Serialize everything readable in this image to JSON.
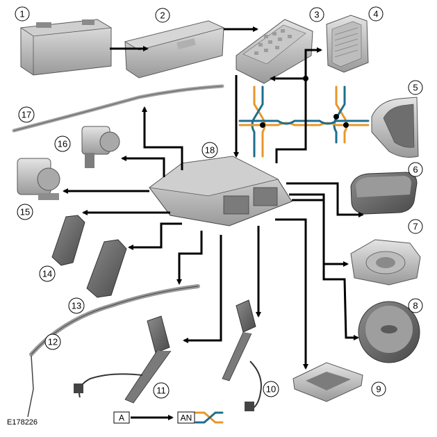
{
  "figure_ref": "E178226",
  "components": [
    {
      "id": "1",
      "label": "1"
    },
    {
      "id": "2",
      "label": "2"
    },
    {
      "id": "3",
      "label": "3"
    },
    {
      "id": "4",
      "label": "4"
    },
    {
      "id": "5",
      "label": "5"
    },
    {
      "id": "6",
      "label": "6"
    },
    {
      "id": "7",
      "label": "7"
    },
    {
      "id": "8",
      "label": "8"
    },
    {
      "id": "9",
      "label": "9"
    },
    {
      "id": "10",
      "label": "10"
    },
    {
      "id": "11",
      "label": "11"
    },
    {
      "id": "12",
      "label": "12"
    },
    {
      "id": "13",
      "label": "13"
    },
    {
      "id": "14",
      "label": "14"
    },
    {
      "id": "15",
      "label": "15"
    },
    {
      "id": "16",
      "label": "16"
    },
    {
      "id": "17",
      "label": "17"
    },
    {
      "id": "18",
      "label": "18"
    }
  ],
  "legend": {
    "a_label": "A",
    "an_label": "AN"
  },
  "colors": {
    "wire_orange": "#e8962a",
    "wire_teal": "#1e6e8c",
    "arrow": "#000000",
    "part_light": "#d9d9d9",
    "part_mid": "#a9a9a9",
    "part_dark": "#6f6f6f"
  }
}
